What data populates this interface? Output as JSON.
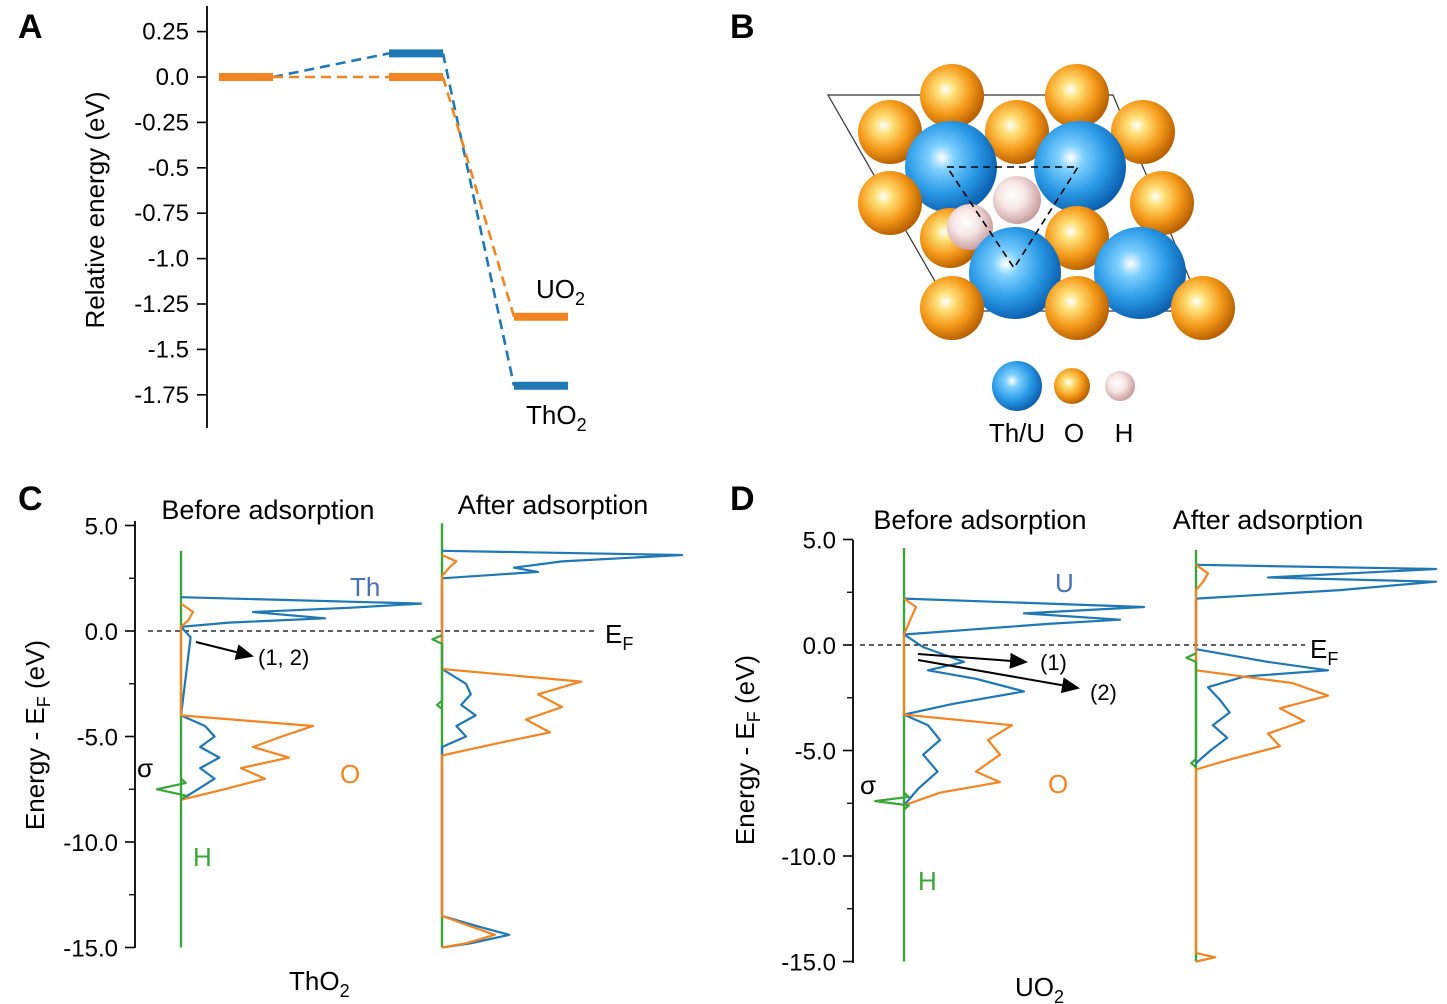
{
  "panels": {
    "A": "A",
    "B": "B",
    "C": "C",
    "D": "D"
  },
  "colors": {
    "thorium_blue": "#1f77b4",
    "oxygen_orange": "#f28522",
    "hydrogen_green": "#3aa63a",
    "uranium_label": "#4a6fb5",
    "atom_blue": "#2a9ae6",
    "atom_orange": "#f59a1a",
    "atom_pink": "#f2d8d8"
  },
  "chart_data": [
    {
      "panel": "A",
      "type": "line",
      "ylabel": "Relative energy (eV)",
      "ylim": [
        -1.9,
        0.35
      ],
      "yticks": [
        "0.25",
        "0.0",
        "-0.25",
        "-0.5",
        "-0.75",
        "-1.0",
        "-1.25",
        "-1.5",
        "-1.75"
      ],
      "ytick_values": [
        0.25,
        0.0,
        -0.25,
        -0.5,
        -0.75,
        -1.0,
        -1.25,
        -1.5,
        -1.75
      ],
      "states": [
        1,
        2,
        3
      ],
      "series": [
        {
          "label_base": "UO",
          "label_sub": "2",
          "color": "#f28522",
          "values": [
            0.0,
            0.0,
            -1.32
          ]
        },
        {
          "label_base": "ThO",
          "label_sub": "2",
          "color": "#1f77b4",
          "values": [
            0.0,
            0.13,
            -1.7
          ]
        }
      ]
    },
    {
      "panel": "C",
      "type": "line",
      "ylabel": "Energy - E",
      "ylabel_sub": "F",
      "ylabel_unit": " (eV)",
      "ylim": [
        -15.0,
        5.0
      ],
      "yticks": [
        "5.0",
        "0.0",
        "-5.0",
        "-10.0",
        "-15.0"
      ],
      "ytick_values": [
        5.0,
        0.0,
        -5.0,
        -10.0,
        -15.0
      ],
      "xlabel_base": "ThO",
      "xlabel_sub": "2",
      "subplots": [
        "Before adsorption",
        "After adsorption"
      ],
      "fermi_label": "E",
      "fermi_sub": "F",
      "series_labels": {
        "metal": "Th",
        "oxygen": "O",
        "hydrogen": "H",
        "sigma": "σ"
      },
      "annotations": [
        "(1, 2)"
      ],
      "series": [
        {
          "name": "Th",
          "subplot": "Before adsorption",
          "color": "#1f77b4",
          "energy": [
            1.6,
            1.3,
            1.1,
            0.9,
            0.6,
            0.4,
            0.2,
            -0.3,
            -4.0,
            -4.5,
            -5.0,
            -5.5,
            -6.0,
            -6.5,
            -7.0,
            -7.5,
            -8.0
          ],
          "dos": [
            0.0,
            1.0,
            0.7,
            0.3,
            0.6,
            0.2,
            0.0,
            0.04,
            0.0,
            0.1,
            0.14,
            0.08,
            0.16,
            0.08,
            0.14,
            0.07,
            0.0
          ]
        },
        {
          "name": "O",
          "subplot": "Before adsorption",
          "color": "#f28522",
          "energy": [
            1.3,
            0.9,
            0.5,
            0.2,
            -4.0,
            -4.5,
            -5.0,
            -5.5,
            -6.0,
            -6.5,
            -7.0,
            -7.5,
            -8.0
          ],
          "dos": [
            0.0,
            0.05,
            0.03,
            0.0,
            0.0,
            0.55,
            0.42,
            0.3,
            0.45,
            0.25,
            0.35,
            0.18,
            0.0
          ]
        },
        {
          "name": "H",
          "subplot": "Before adsorption",
          "color": "#3aa63a",
          "energy": [
            -7.0,
            -7.2,
            -7.5,
            -7.8,
            -8.0
          ],
          "dos": [
            0.0,
            0.02,
            -0.1,
            0.02,
            0.0
          ]
        },
        {
          "name": "Th",
          "subplot": "After adsorption",
          "color": "#1f77b4",
          "energy": [
            3.8,
            3.6,
            3.3,
            3.0,
            2.8,
            2.5,
            -1.8,
            -2.5,
            -3.0,
            -3.5,
            -4.0,
            -4.5,
            -5.0,
            -5.5,
            -13.5,
            -14.0,
            -14.4,
            -14.8,
            -15.0
          ],
          "dos": [
            0.0,
            1.0,
            0.5,
            0.3,
            0.4,
            0.0,
            0.0,
            0.1,
            0.12,
            0.08,
            0.14,
            0.06,
            0.1,
            0.0,
            0.0,
            0.15,
            0.28,
            0.12,
            0.0
          ]
        },
        {
          "name": "O",
          "subplot": "After adsorption",
          "color": "#f28522",
          "energy": [
            3.6,
            3.3,
            3.0,
            2.6,
            -1.8,
            -2.4,
            -3.0,
            -3.6,
            -4.2,
            -4.8,
            -5.4,
            -5.9,
            -13.5,
            -14.0,
            -14.4,
            -14.8,
            -15.0
          ],
          "dos": [
            0.0,
            0.06,
            0.03,
            0.0,
            0.0,
            0.58,
            0.4,
            0.5,
            0.35,
            0.45,
            0.2,
            0.0,
            0.0,
            0.12,
            0.22,
            0.1,
            0.0
          ]
        },
        {
          "name": "H",
          "subplot": "After adsorption",
          "color": "#3aa63a",
          "energy": [
            -0.2,
            -0.4,
            -0.6,
            -3.3,
            -3.5,
            -3.7
          ],
          "dos": [
            0.0,
            -0.04,
            0.0,
            0.0,
            -0.02,
            0.0
          ]
        }
      ]
    },
    {
      "panel": "D",
      "type": "line",
      "ylabel": "Energy - E",
      "ylabel_sub": "F",
      "ylabel_unit": " (eV)",
      "ylim": [
        -15.0,
        5.0
      ],
      "yticks": [
        "5.0",
        "0.0",
        "-5.0",
        "-10.0",
        "-15.0"
      ],
      "ytick_values": [
        5.0,
        0.0,
        -5.0,
        -10.0,
        -15.0
      ],
      "xlabel_base": "UO",
      "xlabel_sub": "2",
      "subplots": [
        "Before adsorption",
        "After adsorption"
      ],
      "fermi_label": "E",
      "fermi_sub": "F",
      "series_labels": {
        "metal": "U",
        "oxygen": "O",
        "hydrogen": "H",
        "sigma": "σ"
      },
      "annotations": [
        "(1)",
        "(2)"
      ],
      "series": [
        {
          "name": "U",
          "subplot": "Before adsorption",
          "color": "#1f77b4",
          "energy": [
            2.2,
            1.8,
            1.5,
            1.2,
            1.0,
            0.5,
            -0.1,
            -0.8,
            -1.2,
            -1.6,
            -2.2,
            -2.8,
            -3.3,
            -3.8,
            -4.5,
            -5.2,
            -6.0,
            -6.8,
            -7.6
          ],
          "dos": [
            0.0,
            1.0,
            0.5,
            0.9,
            0.6,
            0.0,
            0.08,
            0.25,
            0.1,
            0.3,
            0.5,
            0.2,
            0.0,
            0.1,
            0.15,
            0.08,
            0.14,
            0.06,
            0.0
          ]
        },
        {
          "name": "O",
          "subplot": "Before adsorption",
          "color": "#f28522",
          "energy": [
            2.2,
            1.8,
            1.3,
            0.5,
            -3.3,
            -3.8,
            -4.5,
            -5.2,
            -6.0,
            -6.5,
            -7.0,
            -7.6
          ],
          "dos": [
            0.0,
            0.05,
            0.03,
            0.0,
            0.0,
            0.45,
            0.35,
            0.4,
            0.3,
            0.4,
            0.15,
            0.0
          ]
        },
        {
          "name": "H",
          "subplot": "Before adsorption",
          "color": "#3aa63a",
          "energy": [
            -7.0,
            -7.2,
            -7.4,
            -7.6,
            -7.8
          ],
          "dos": [
            0.0,
            0.02,
            -0.12,
            0.02,
            0.0
          ]
        },
        {
          "name": "U",
          "subplot": "After adsorption",
          "color": "#1f77b4",
          "energy": [
            3.8,
            3.6,
            3.2,
            3.0,
            2.6,
            2.2,
            -0.2,
            -0.8,
            -1.2,
            -1.5,
            -2.0,
            -2.6,
            -3.2,
            -3.8,
            -4.4,
            -5.0,
            -5.6
          ],
          "dos": [
            0.0,
            1.0,
            0.3,
            1.0,
            0.6,
            0.0,
            0.0,
            0.3,
            0.55,
            0.2,
            0.05,
            0.1,
            0.14,
            0.07,
            0.13,
            0.06,
            0.0
          ]
        },
        {
          "name": "O",
          "subplot": "After adsorption",
          "color": "#f28522",
          "energy": [
            3.8,
            3.4,
            3.0,
            2.6,
            -1.2,
            -1.8,
            -2.4,
            -3.0,
            -3.6,
            -4.2,
            -4.8,
            -5.4,
            -5.9,
            -14.6,
            -14.8,
            -15.0
          ],
          "dos": [
            0.0,
            0.05,
            0.03,
            0.0,
            0.0,
            0.4,
            0.55,
            0.35,
            0.45,
            0.3,
            0.35,
            0.15,
            0.0,
            0.0,
            0.08,
            0.0
          ]
        },
        {
          "name": "H",
          "subplot": "After adsorption",
          "color": "#3aa63a",
          "energy": [
            -0.4,
            -0.6,
            -0.8,
            -5.4,
            -5.6,
            -5.8
          ],
          "dos": [
            0.0,
            -0.04,
            0.0,
            0.0,
            -0.02,
            0.0
          ]
        }
      ]
    }
  ],
  "structure": {
    "legend": {
      "items": [
        {
          "label": "Th/U",
          "kind": "metal"
        },
        {
          "label": "O",
          "kind": "oxygen"
        },
        {
          "label": "H",
          "kind": "hydrogen"
        }
      ]
    }
  }
}
